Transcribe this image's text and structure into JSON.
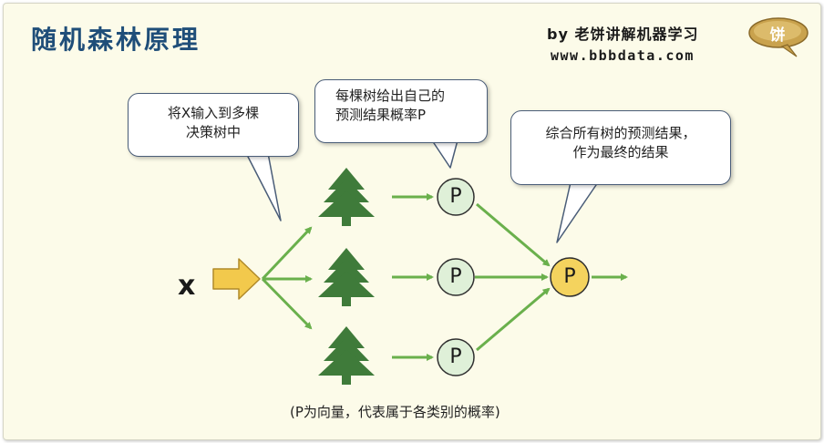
{
  "title": "随机森林原理",
  "byline": "by 老饼讲解机器学习",
  "site": "www.bbbdata.com",
  "badge": "饼",
  "callouts": {
    "input": [
      "将X输入到多棵",
      "决策树中"
    ],
    "tree_output": [
      "每棵树给出自己的",
      "预测结果概率P"
    ],
    "combine": [
      "综合所有树的预测结果，",
      "作为最终的结果"
    ]
  },
  "input_label": "x",
  "node_label": "P",
  "footnote": "(P为向量，代表属于各类别的概率)",
  "colors": {
    "title": "#1f4e79",
    "tree": "#3f7b3a",
    "arrow": "#6ab04c",
    "p_node_fill": "#dff0d8",
    "final_node_fill": "#f4d35e",
    "input_arrow": "#f2c94c",
    "background": "#fcfbe9"
  }
}
